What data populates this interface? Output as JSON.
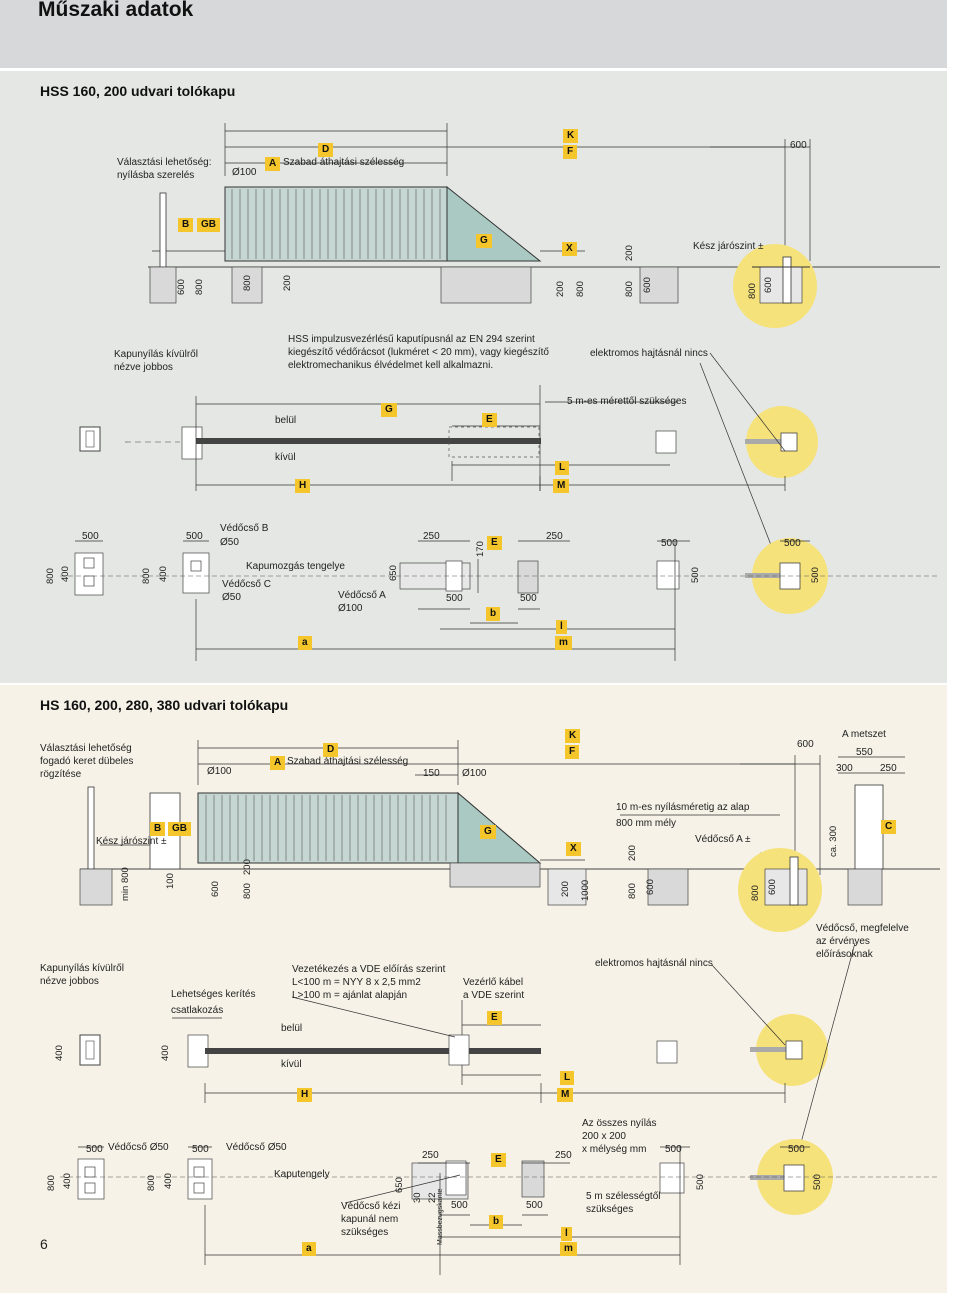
{
  "page": {
    "title": "Műszaki adatok",
    "page_number": "6"
  },
  "colors": {
    "header_bg": "#d7d8d9",
    "panel1_bg": "#e4e7e4",
    "panel2_bg": "#f6f2e7",
    "label_box": "#f5c62b",
    "highlight_circle": "#f6e27a",
    "gate_glass": "#a9c9c2",
    "concrete": "#d9d9d9"
  },
  "icons": [
    "gate-elevation-drawing",
    "gate-plan-view",
    "foundation-plan",
    "post-cross-section",
    "highlight-circle"
  ],
  "section1": {
    "title": "HSS 160, 200 udvari tolókapu",
    "option_note": "Választási lehetőség:\nnyílásba szerelés",
    "view_note": "Kapunyílás kívülről\nnézve jobbos",
    "safety_note": "HSS impulzusvezérlésű kaputípusnál az EN 294 szerint\nkiegészítő védőrácsot (lukméret < 20 mm), vagy kiegészítő\nelektromechanikus élvédelmet kell alkalmazni.",
    "no_electric": "elektromos hajtásnál nincs",
    "from_5m": "5 m-es mérettől szükséges",
    "finished_floor": "Kész járószint ±",
    "clear_width": "Szabad áthajtási szélesség",
    "inside": "belül",
    "outside": "kívül",
    "tube_b": "Védőcső B",
    "tube_b_dia": "Ø50",
    "tube_c": "Védőcső C",
    "tube_c_dia": "Ø50",
    "tube_a": "Védőcső A",
    "tube_a_dia": "Ø100",
    "gate_axis": "Kapumozgás tengelye",
    "dia100": "Ø100",
    "letters": {
      "A": "A",
      "B": "B",
      "GB": "GB",
      "D": "D",
      "K": "K",
      "F": "F",
      "G": "G",
      "X": "X",
      "E": "E",
      "L": "L",
      "H": "H",
      "M": "M",
      "a": "a",
      "b": "b",
      "l": "l",
      "m": "m"
    },
    "dims": {
      "d600": "600",
      "d800": "800",
      "d200": "200",
      "d500": "500",
      "d400": "400",
      "d250": "250",
      "d170": "170",
      "d650": "650"
    }
  },
  "section2": {
    "title": "HS 160, 200, 280, 380 udvari tolókapu",
    "option_note": "Választási lehetőség\nfogadó keret dübeles\nrögzítése",
    "view_note": "Kapunyílás kívülről\nnézve jobbos",
    "finished_floor": "Kész járószint ±",
    "min800": "min 800",
    "clear_width": "Szabad áthajtási szélesség",
    "d150": "150",
    "dia100": "Ø100",
    "a_section": "A metszet",
    "foundation_note_1": "10 m-es nyílásméretig az alap",
    "foundation_note_2": "800 mm mély",
    "tube_a": "Védőcső A ±",
    "ca300": "ca. 300",
    "tube_note": "Védőcső, megfelelve\naz érvényes\nelőírásoknak",
    "no_electric": "elektromos hajtásnál nincs",
    "wiring_note": "Vezetékezés a VDE előírás szerint\nL<100 m = NYY 8 x 2,5 mm2\nL>100 m = ajánlat alapján",
    "control_cable": "Vezérlő kábel\na VDE szerint",
    "fence_1": "Lehetséges kerítés",
    "fence_2": "csatlakozás",
    "inside": "belül",
    "outside": "kívül",
    "tube50_1": "Védőcső Ø50",
    "tube50_2": "Védőcső Ø50",
    "all_openings": "Az összes nyílás\n200 x 200\nx mélység mm",
    "gate_axis": "Kaputengely",
    "manual_tube": "Védőcső kézi\nkapunál nem\nszükséges",
    "from_5m_width": "5 m szélességtől\nszükséges",
    "reference": "Massbezugskante",
    "letters": {
      "A": "A",
      "B": "B",
      "GB": "GB",
      "C": "C",
      "D": "D",
      "K": "K",
      "F": "F",
      "G": "G",
      "X": "X",
      "E": "E",
      "L": "L",
      "H": "H",
      "M": "M",
      "a": "a",
      "b": "b",
      "l": "l",
      "m": "m"
    },
    "dims": {
      "d600": "600",
      "d550": "550",
      "d300": "300",
      "d250": "250",
      "d100": "100",
      "d800": "800",
      "d200": "200",
      "d1000": "1000",
      "d400": "400",
      "d500": "500",
      "d650": "650",
      "d30": "30",
      "d22": "22"
    }
  }
}
